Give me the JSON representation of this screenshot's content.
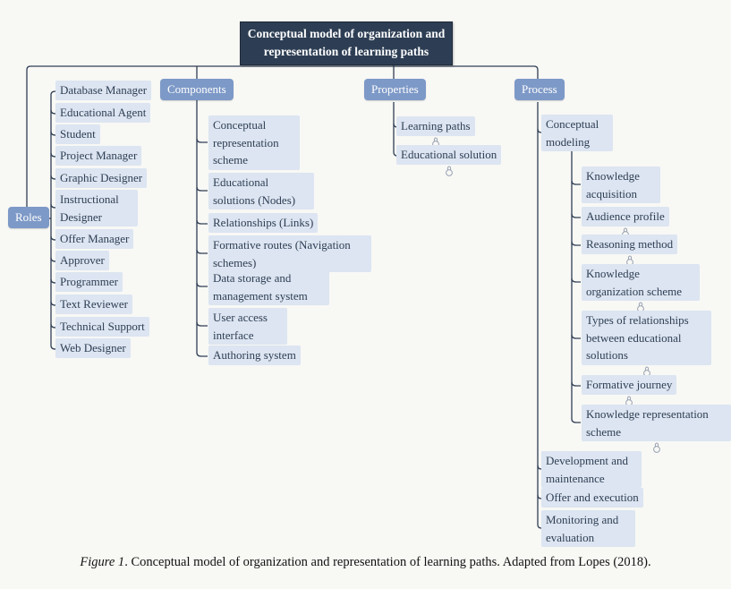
{
  "title": "Conceptual model of organization and representation of learning paths",
  "colors": {
    "title_bg": "#2d3e54",
    "branch_label_bg": "#7d99c7",
    "item_bg": "#dce5f1",
    "line": "#2f3e54",
    "background": "#f8f8f5"
  },
  "icons": {
    "marker": "attachment-marker-icon"
  },
  "branches": {
    "roles": {
      "label": "Roles",
      "items": [
        {
          "label": "Database Manager"
        },
        {
          "label": "Educational Agent"
        },
        {
          "label": "Student"
        },
        {
          "label": "Project Manager"
        },
        {
          "label": "Graphic Designer"
        },
        {
          "label": "Instructional Designer"
        },
        {
          "label": "Offer Manager"
        },
        {
          "label": "Approver"
        },
        {
          "label": "Programmer"
        },
        {
          "label": "Text Reviewer"
        },
        {
          "label": "Technical Support"
        },
        {
          "label": "Web Designer"
        }
      ]
    },
    "components": {
      "label": "Components",
      "items": [
        {
          "label": "Conceptual representation scheme"
        },
        {
          "label": "Educational solutions (Nodes)"
        },
        {
          "label": "Relationships (Links)"
        },
        {
          "label": "Formative routes (Navigation schemes)"
        },
        {
          "label": "Data storage and management system"
        },
        {
          "label": "User access interface"
        },
        {
          "label": "Authoring system"
        }
      ]
    },
    "properties": {
      "label": "Properties",
      "items": [
        {
          "label": "Learning paths",
          "icon": true
        },
        {
          "label": "Educational solution",
          "icon": true
        }
      ]
    },
    "process": {
      "label": "Process",
      "items": [
        {
          "label": "Conceptual modeling"
        },
        {
          "label": "Development and maintenance"
        },
        {
          "label": "Offer and execution"
        },
        {
          "label": "Monitoring and evaluation"
        }
      ],
      "conceptual_modeling_children": [
        {
          "label": "Knowledge acquisition"
        },
        {
          "label": "Audience profile",
          "icon": true
        },
        {
          "label": "Reasoning method",
          "icon": true
        },
        {
          "label": "Knowledge organization scheme",
          "icon": true
        },
        {
          "label": "Types of relationships between educational solutions",
          "icon": true
        },
        {
          "label": "Formative journey",
          "icon": true
        },
        {
          "label": "Knowledge representation scheme",
          "icon": true
        }
      ]
    }
  },
  "caption": {
    "figure_label": "Figure 1",
    "text": ". Conceptual model of organization and representation of learning paths. Adapted from Lopes (2018)."
  }
}
